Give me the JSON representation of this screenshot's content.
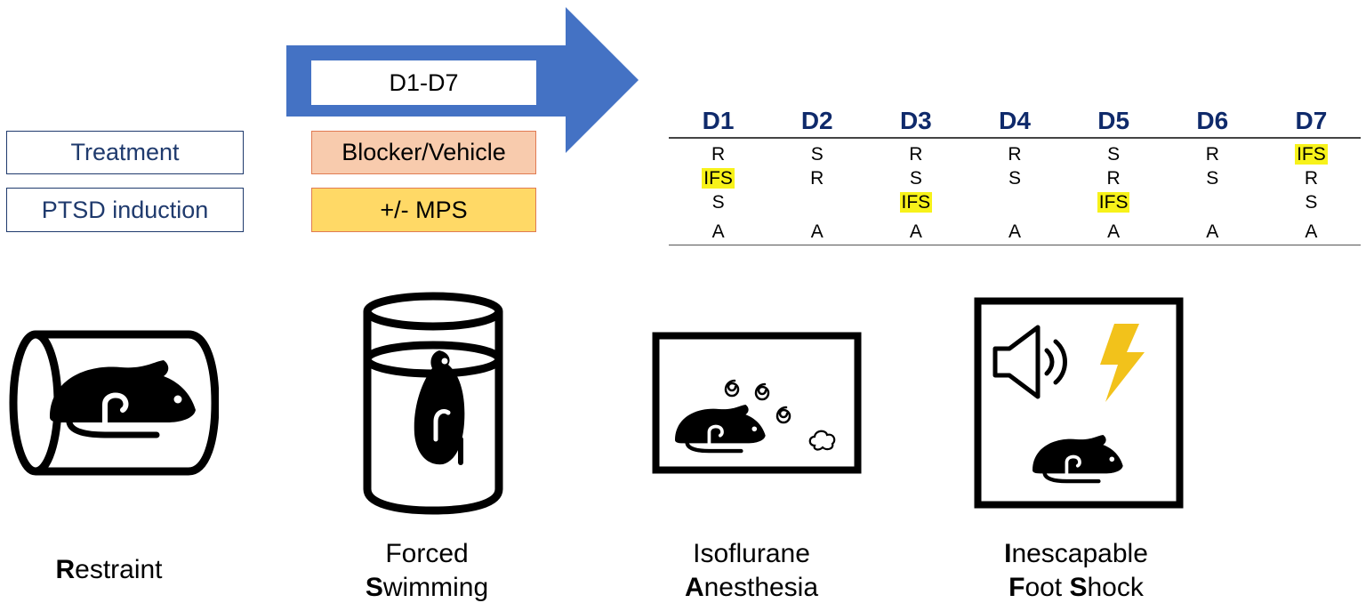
{
  "timeline": {
    "arrow_label": "D1-D7",
    "arrow_color": "#4472c4"
  },
  "rows": [
    {
      "label": "Treatment",
      "value": "Blocker/Vehicle",
      "value_color": "#f8cbad",
      "value_border": "#e07b53"
    },
    {
      "label": "PTSD induction",
      "value": "+/- MPS",
      "value_color": "#ffd966",
      "value_border": "#e07b53"
    }
  ],
  "schedule": {
    "days": [
      "D1",
      "D2",
      "D3",
      "D4",
      "D5",
      "D6",
      "D7"
    ],
    "cells": [
      [
        "R",
        "IFS",
        "S",
        "A"
      ],
      [
        "S",
        "R",
        "",
        "A"
      ],
      [
        "R",
        "S",
        "IFS",
        "A"
      ],
      [
        "R",
        "S",
        "",
        "A"
      ],
      [
        "S",
        "R",
        "IFS",
        "A"
      ],
      [
        "R",
        "S",
        "",
        "A"
      ],
      [
        "IFS",
        "R",
        "S",
        "A"
      ]
    ],
    "highlight_code": "IFS",
    "highlight_color": "#f7f21a"
  },
  "procedures": [
    {
      "icon": "restraint-tube-icon",
      "line1": "",
      "line1_initial": "R",
      "line1_rest": "estraint",
      "line2_initial": "",
      "line2_rest": ""
    },
    {
      "icon": "forced-swim-cylinder-icon",
      "line1": "Forced",
      "line2_initial": "S",
      "line2_rest": "wimming"
    },
    {
      "icon": "anesthesia-chamber-icon",
      "line1": "Isoflurane",
      "line2_initial": "A",
      "line2_rest": "nesthesia"
    },
    {
      "icon": "footshock-chamber-icon",
      "line1_initial": "I",
      "line1_rest": "nescapable",
      "line2_a_initial": "F",
      "line2_a_rest": "oot ",
      "line2_b_initial": "S",
      "line2_b_rest": "hock"
    }
  ]
}
